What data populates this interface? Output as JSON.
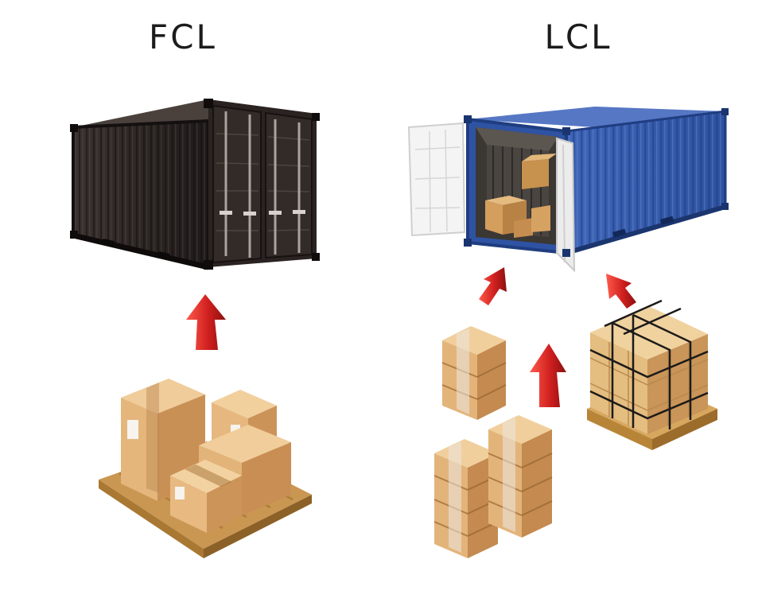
{
  "titles": {
    "fcl": "FCL",
    "lcl": "LCL"
  },
  "colors": {
    "fcl_container": "#2b2523",
    "lcl_container": "#3a5fb0",
    "cardboard": "#d9ad78",
    "arrow": "#d0201f"
  },
  "icons": [
    "fcl-container",
    "lcl-container",
    "upward-arrow",
    "pallet-of-boxes",
    "carton-stack",
    "strapped-pallet"
  ]
}
